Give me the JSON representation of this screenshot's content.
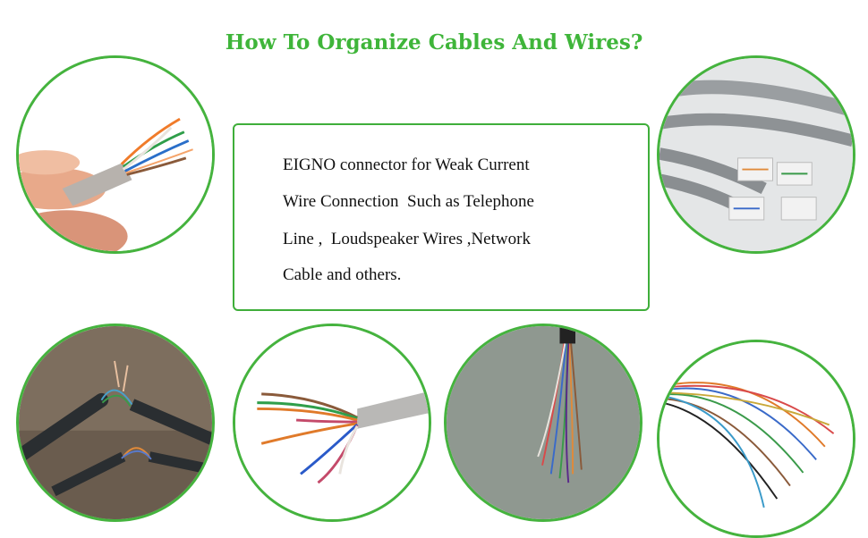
{
  "title": "How To Organize Cables And Wires?",
  "description_lines": [
    "EIGNO connector for Weak Current",
    "Wire Connection  Such as Telephone",
    "Line ,  Loudspeaker Wires ,Network",
    "Cable and others."
  ],
  "colors": {
    "accent_green": "#3fb53a",
    "text": "#111111"
  },
  "images": [
    {
      "name": "hand-holding-cable-photo"
    },
    {
      "name": "network-cable-rj45-photo"
    },
    {
      "name": "frayed-wire-outdoor-photo"
    },
    {
      "name": "stripped-cable-wires-photo"
    },
    {
      "name": "bundle-colored-wires-photo"
    },
    {
      "name": "fanned-wires-photo"
    }
  ]
}
